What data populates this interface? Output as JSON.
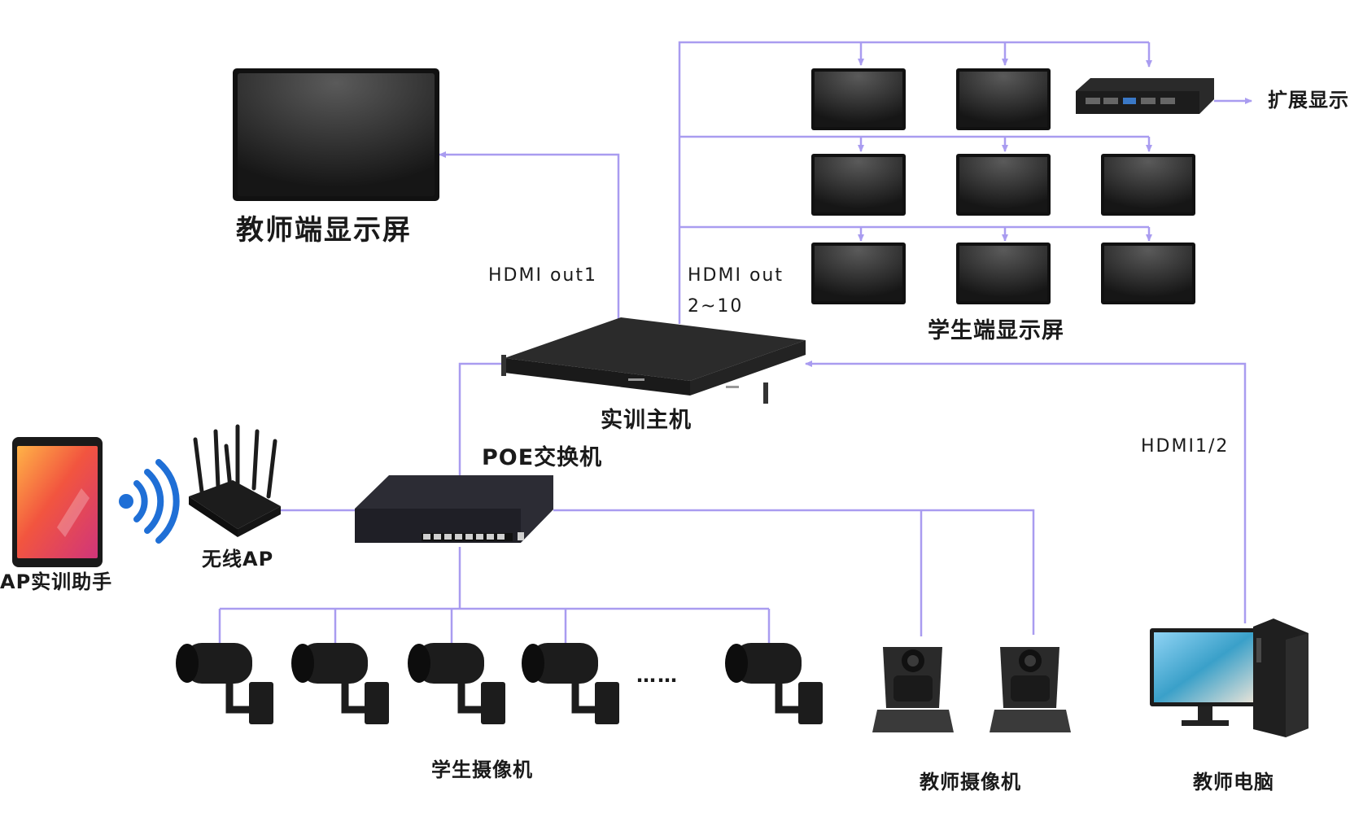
{
  "labels": {
    "teacher_display": "教师端显示屏",
    "student_display": "学生端显示屏",
    "extend_display": "扩展显示",
    "hdmi_out1": "HDMI out1",
    "hdmi_out_multi_line1": "HDMI out",
    "hdmi_out_multi_line2": "2~10",
    "training_host": "实训主机",
    "poe_switch": "POE交换机",
    "hdmi_in": "HDMI1/2",
    "ap_assistant": "AP实训助手",
    "wireless_ap": "无线AP",
    "student_cameras": "学生摄像机",
    "teacher_cameras": "教师摄像机",
    "teacher_pc": "教师电脑",
    "ellipsis": "……"
  },
  "colors": {
    "connector": "#a99cf0",
    "screen": "#242424",
    "screen_frame": "#1a1a1a",
    "wifi": "#1f6fd6",
    "device": "#1e1e1e"
  },
  "icons": {
    "tablet": "tablet-icon",
    "router": "wireless-router-icon",
    "switch": "poe-switch-icon",
    "host": "rack-host-icon",
    "splitter": "hdmi-splitter-icon",
    "box_camera": "box-camera-icon",
    "ptz_camera": "ptz-camera-icon",
    "desktop_pc": "desktop-computer-icon",
    "monitor": "monitor-icon"
  }
}
